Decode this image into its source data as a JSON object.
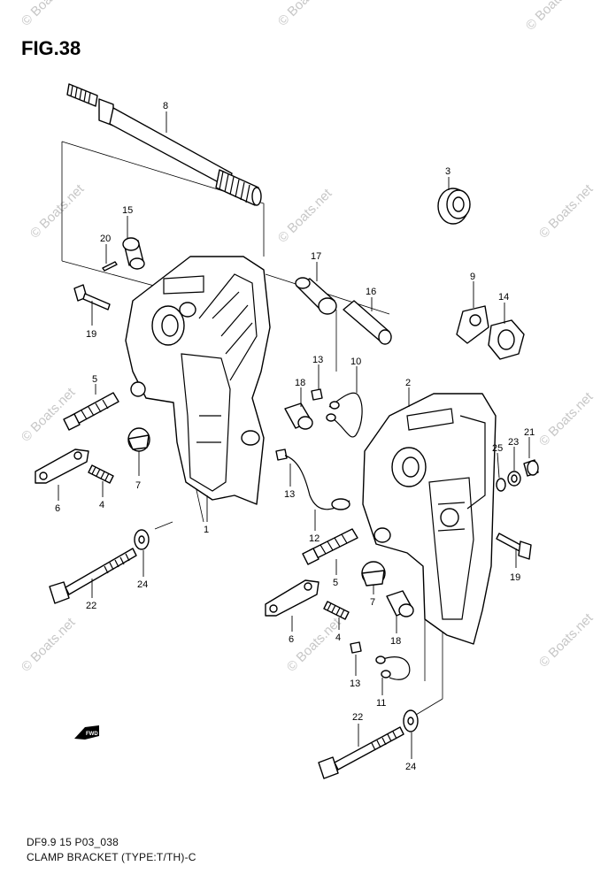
{
  "figure": {
    "title": "FIG.38"
  },
  "footer": {
    "code": "DF9.9 15 P03_038",
    "caption": "CLAMP BRACKET (TYPE:T/TH)-C"
  },
  "watermark": "© Boats.net",
  "fwd_label": "FWD",
  "callouts": [
    "8",
    "3",
    "15",
    "20",
    "17",
    "16",
    "9",
    "14",
    "19",
    "13",
    "10",
    "18",
    "2",
    "5",
    "25",
    "23",
    "21",
    "7",
    "6",
    "4",
    "1",
    "13",
    "12",
    "19",
    "5",
    "7",
    "6",
    "4",
    "18",
    "13",
    "11",
    "24",
    "22",
    "22",
    "24"
  ]
}
